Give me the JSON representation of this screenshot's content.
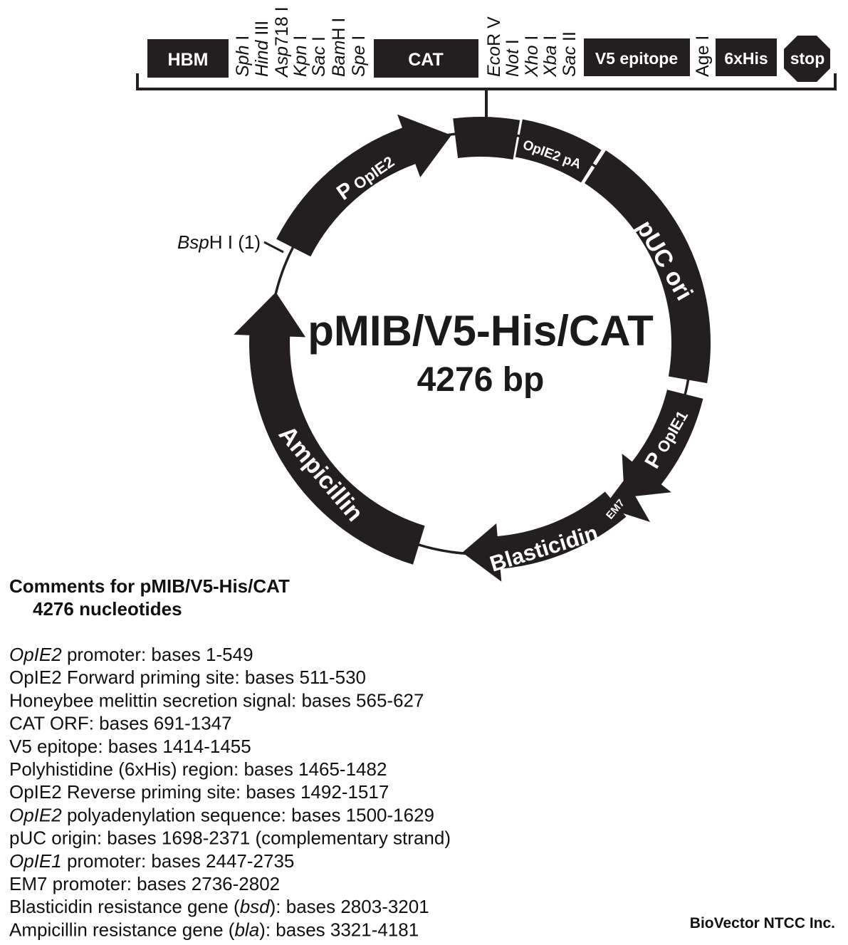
{
  "mcs": {
    "boxes": [
      "HBM",
      "CAT",
      "V5 epitope",
      "6xHis",
      "stop"
    ],
    "sites_left": [
      {
        "italic": "Sph",
        "roman": " I"
      },
      {
        "italic": "Hind",
        "roman": " III"
      },
      {
        "italic": "Asp",
        "roman": "718 I"
      },
      {
        "italic": "Kpn",
        "roman": " I"
      },
      {
        "italic": "Sac",
        "roman": " I"
      },
      {
        "italic": "Bam",
        "roman": "H I"
      },
      {
        "italic": "Spe",
        "roman": " I"
      }
    ],
    "sites_right": [
      {
        "italic": "Eco",
        "roman": "R V"
      },
      {
        "italic": "Not",
        "roman": " I"
      },
      {
        "italic": "Xho",
        "roman": " I"
      },
      {
        "italic": "Xba",
        "roman": " I"
      },
      {
        "italic": "Sac",
        "roman": " II"
      }
    ],
    "site_age": {
      "italic": "",
      "roman": "Age I"
    }
  },
  "map": {
    "name": "pMIB/V5-His/CAT",
    "size": "4276 bp",
    "origin_site": {
      "italic": "Bsp",
      "roman": "H I (1)"
    },
    "features": {
      "p_opie2": {
        "p": "P",
        "sub": "OpIE2"
      },
      "opie2_pa": "OpIE2 pA",
      "puc_ori": "pUC ori",
      "p_opie1": {
        "p": "P",
        "sub": "OpIE1"
      },
      "em7": "EM7",
      "blasticidin": "Blasticidin",
      "ampicillin": "Ampicillin"
    }
  },
  "comments": {
    "heading": "Comments for pMIB/V5-His/CAT",
    "subheading": "4276 nucleotides",
    "lines": [
      [
        {
          "t": "OpIE2",
          "i": true
        },
        {
          "t": " promoter: bases 1-549",
          "i": false
        }
      ],
      [
        {
          "t": "OpIE2 Forward priming site: bases 511-530",
          "i": false
        }
      ],
      [
        {
          "t": "Honeybee melittin secretion signal: bases 565-627",
          "i": false
        }
      ],
      [
        {
          "t": "CAT ORF: bases 691-1347",
          "i": false
        }
      ],
      [
        {
          "t": "V5 epitope: bases 1414-1455",
          "i": false
        }
      ],
      [
        {
          "t": "Polyhistidine (6xHis) region: bases 1465-1482",
          "i": false
        }
      ],
      [
        {
          "t": "OpIE2 Reverse priming site: bases 1492-1517",
          "i": false
        }
      ],
      [
        {
          "t": "OpIE2",
          "i": true
        },
        {
          "t": " polyadenylation sequence: bases 1500-1629",
          "i": false
        }
      ],
      [
        {
          "t": "pUC origin: bases 1698-2371 (complementary strand)",
          "i": false
        }
      ],
      [
        {
          "t": "OpIE1",
          "i": true
        },
        {
          "t": " promoter: bases 2447-2735",
          "i": false
        }
      ],
      [
        {
          "t": "EM7 promoter: bases 2736-2802",
          "i": false
        }
      ],
      [
        {
          "t": "Blasticidin resistance gene (",
          "i": false
        },
        {
          "t": "bsd",
          "i": true
        },
        {
          "t": "): bases 2803-3201",
          "i": false
        }
      ],
      [
        {
          "t": "Ampicillin resistance gene (",
          "i": false
        },
        {
          "t": "bla",
          "i": true
        },
        {
          "t": "): bases 3321-4181",
          "i": false
        }
      ]
    ]
  },
  "footer": {
    "company": "BioVector NTCC Inc."
  }
}
